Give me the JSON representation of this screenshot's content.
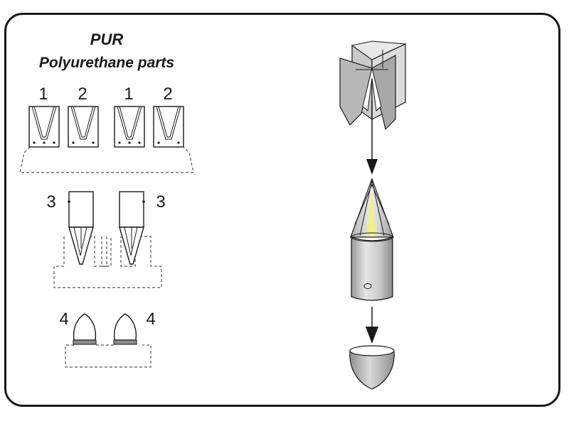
{
  "header": {
    "title": "PUR",
    "subtitle": "Polyurethane parts"
  },
  "parts": {
    "v_sprue_labels": [
      "1",
      "2",
      "1",
      "2"
    ],
    "fin_labels": [
      "3",
      "3"
    ],
    "nose_labels": [
      "4",
      "4"
    ]
  },
  "colors": {
    "ink": "#1a1a1a",
    "gray_light": "#d8d8d8",
    "gray_mid": "#b4b4b4",
    "gray_dark": "#8c8c8c",
    "highlight": "#f2ef7a"
  }
}
